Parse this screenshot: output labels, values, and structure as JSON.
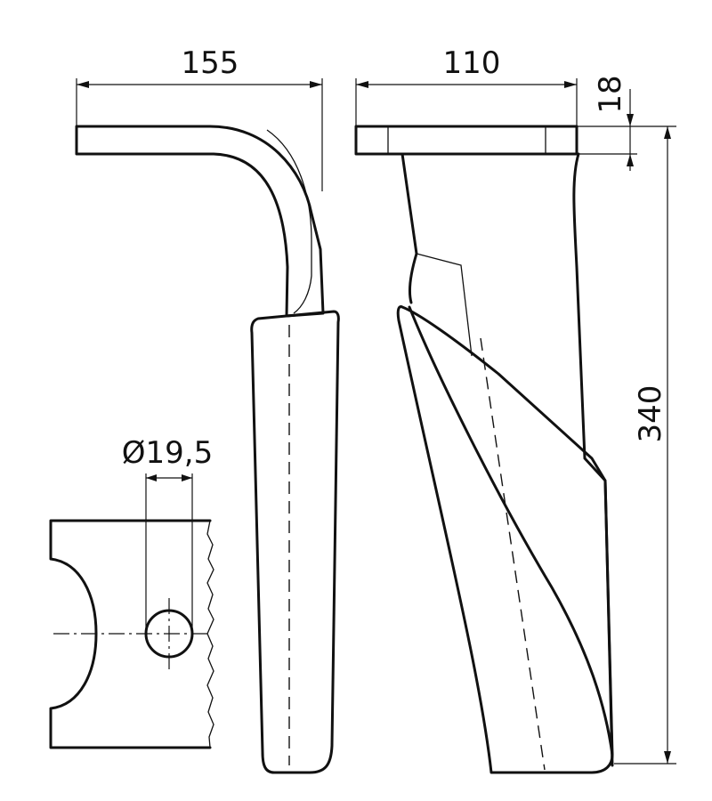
{
  "dimensions": {
    "width_side_view": "155",
    "width_front_view": "110",
    "flange_thickness": "18",
    "total_height": "340",
    "hole_diameter": "Ø19,5"
  }
}
